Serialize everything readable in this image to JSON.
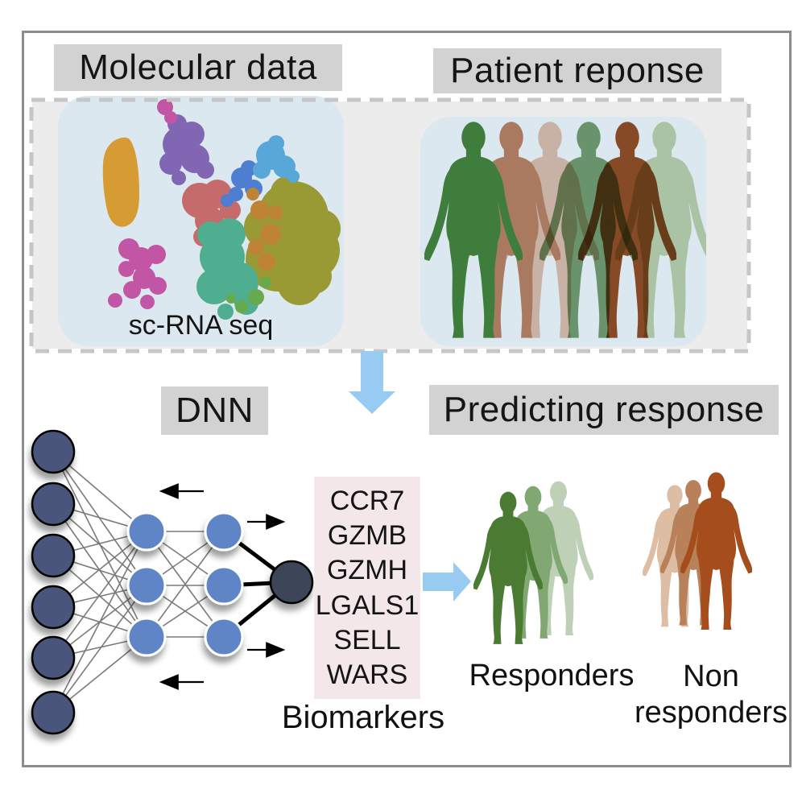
{
  "titles": {
    "molecular": "Molecular data",
    "patient": "Patient reponse",
    "dnn": "DNN",
    "predicting": "Predicting response"
  },
  "panels": {
    "scrna_label": "sc-RNA seq"
  },
  "biomarkers": {
    "genes": [
      "CCR7",
      "GZMB",
      "GZMH",
      "LGALS1",
      "SELL",
      "WARS"
    ],
    "label": "Biomarkers"
  },
  "outcomes": {
    "responders": "Responders",
    "non_responders": [
      "Non",
      "responders"
    ]
  },
  "colors": {
    "frame_border": "#8c8c8c",
    "dash": "#c6c6c6",
    "dashed_fill": "#ececec",
    "panel_bg": "#dce8ef",
    "title_box_bg": "#d2d2d2",
    "biomarker_box_bg": "#f4e7ea",
    "flow_arrow": "#97cbf1",
    "nn": {
      "input": "#49547a",
      "hidden": "#6085c7",
      "output": "#3c4559",
      "line": "#7a7a7a",
      "thick_line": "#000000"
    },
    "umap": {
      "orange": "#d79b33",
      "purple": "#8166b4",
      "magenta": "#c256a4",
      "salmon": "#c66b6b",
      "royal": "#4d7ed1",
      "sky": "#57a7d8",
      "olive": "#9a9a35",
      "teal": "#4fae90",
      "brown": "#bf8336",
      "green": "#67aa4e"
    },
    "patients": [
      "#3f7d3d",
      "#a97a60",
      "#c8b1a5",
      "#7aa273",
      "#9b5128",
      "#abc3a5"
    ],
    "responders": [
      "#4b7b32",
      "#81a873",
      "#bed0b5"
    ],
    "non_responders": [
      "#debda5",
      "#b98159",
      "#a54d1c"
    ]
  }
}
